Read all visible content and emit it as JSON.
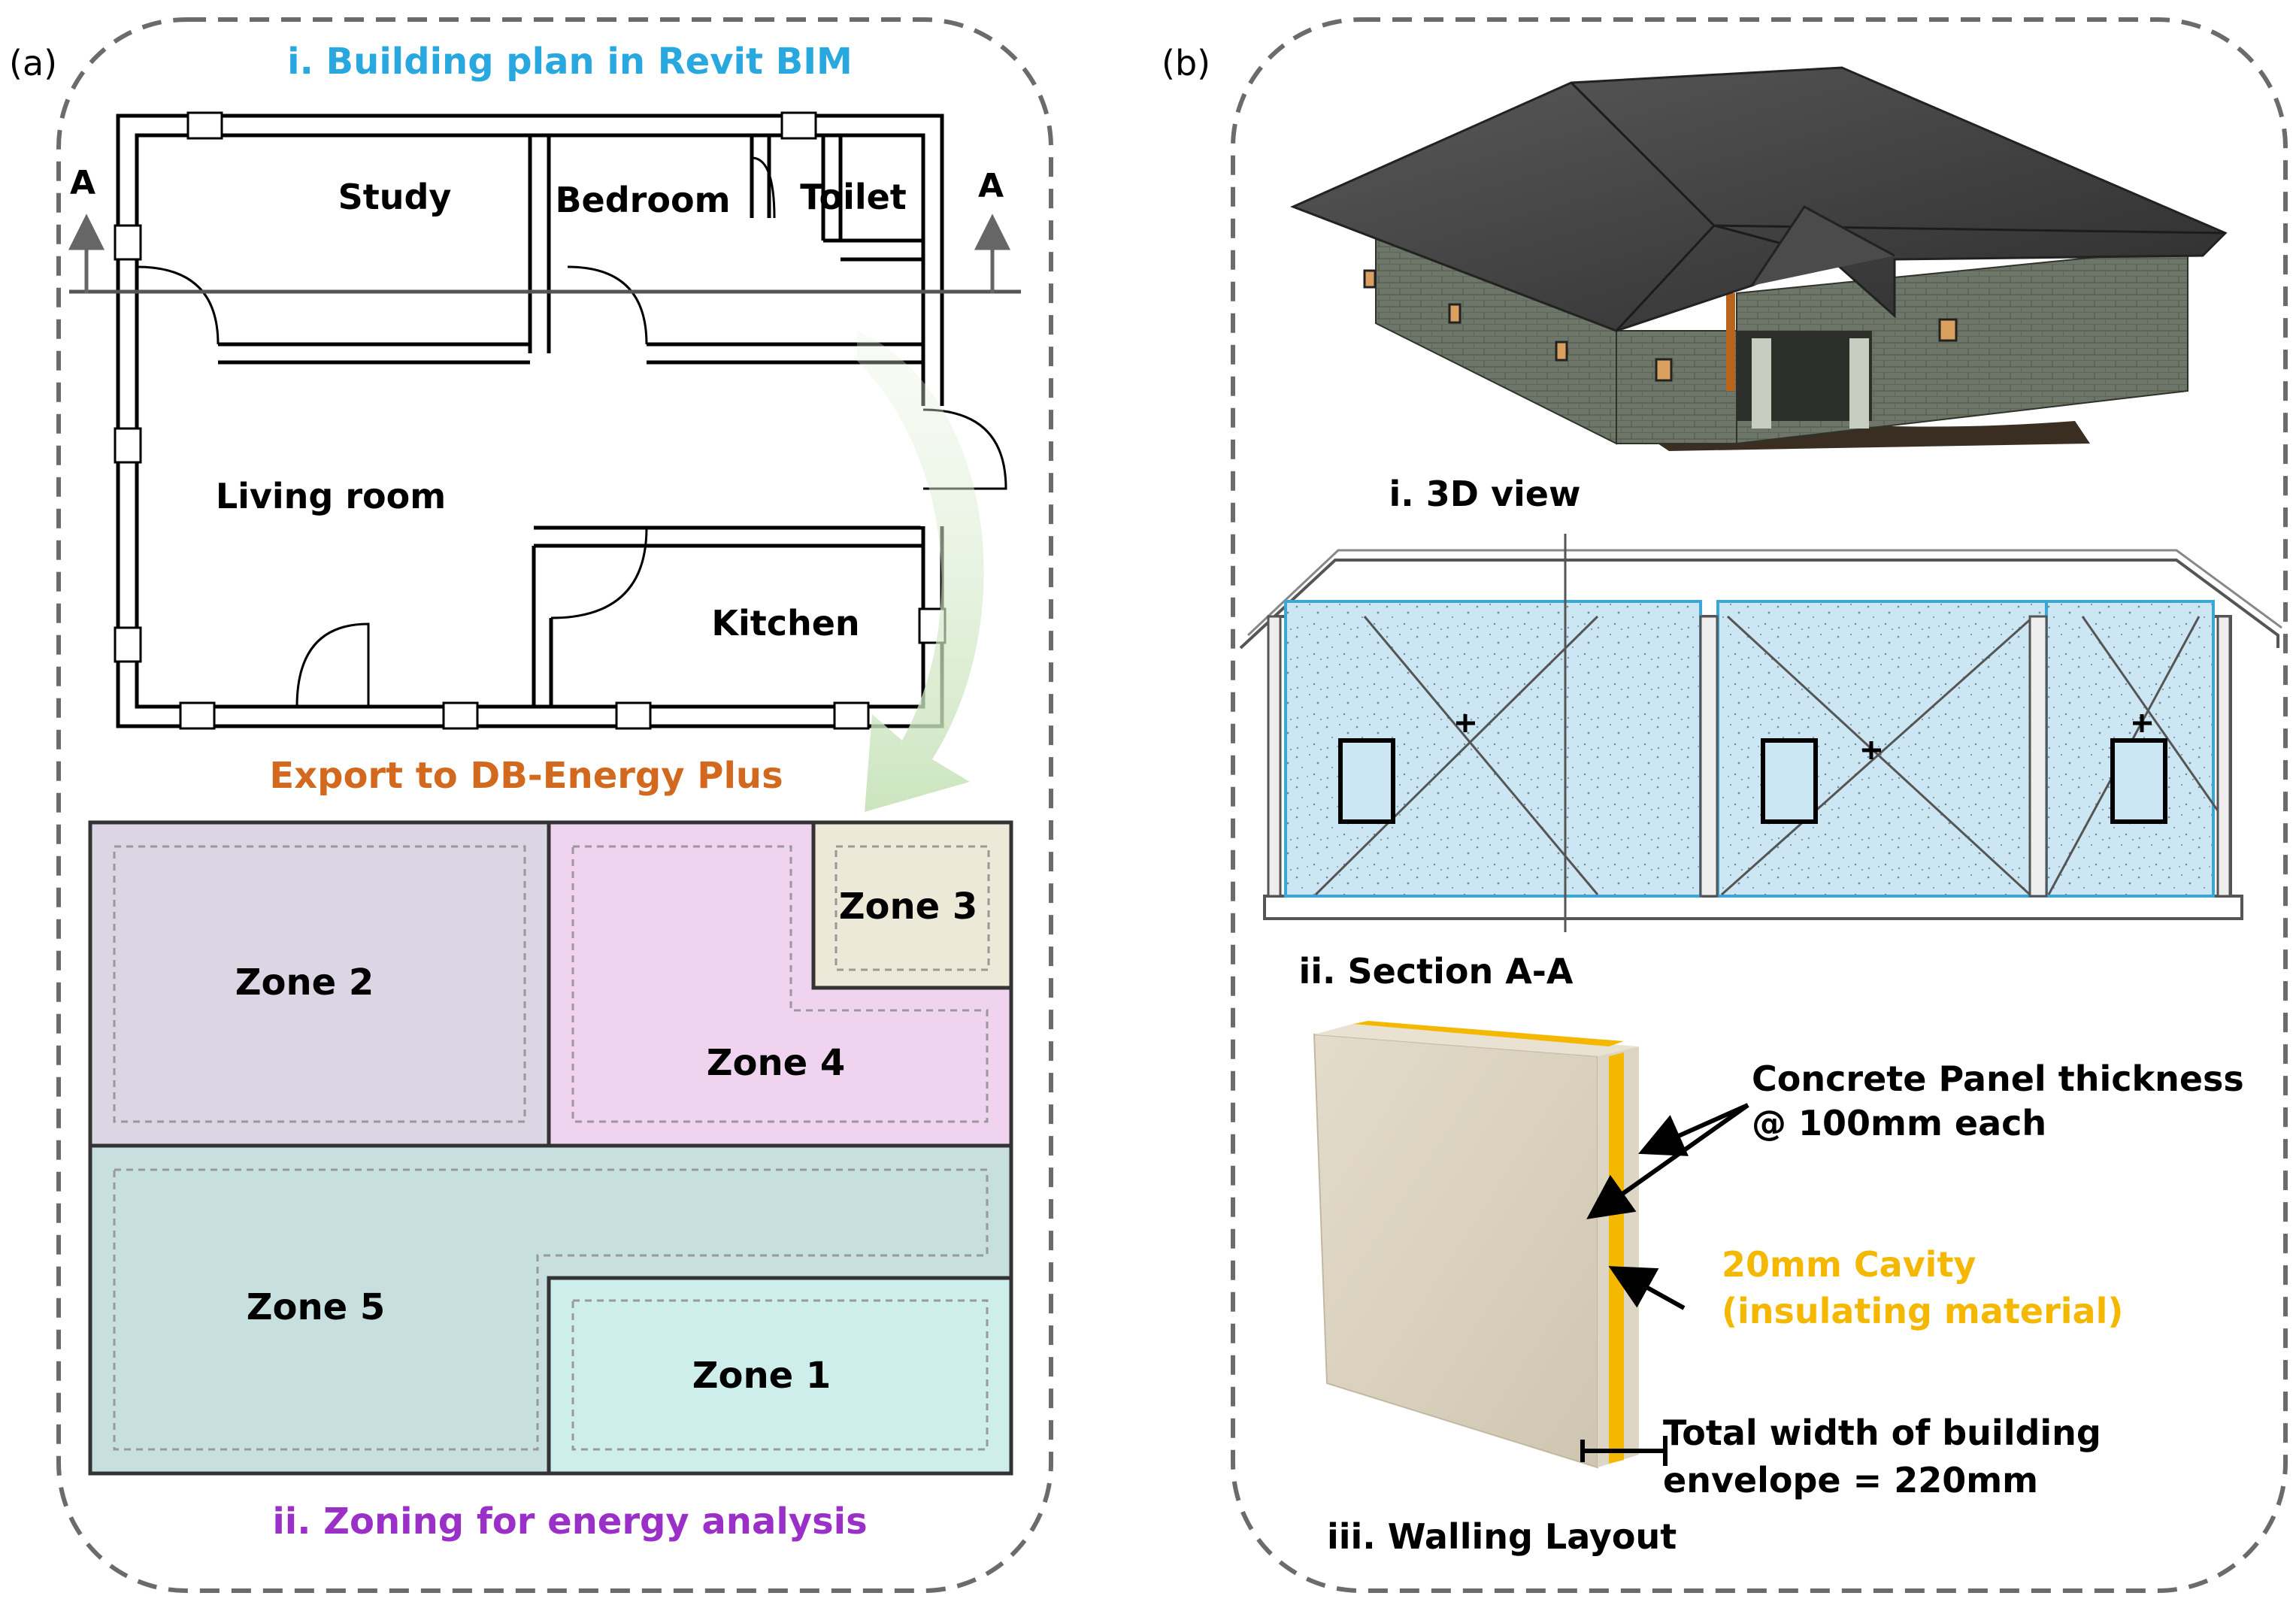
{
  "panel_a": {
    "label": "(a)",
    "plan_title": "i. Building plan in Revit BIM",
    "section_marker_left": "A",
    "section_marker_right": "A",
    "rooms": {
      "study": "Study",
      "bedroom": "Bedroom",
      "toilet": "Toilet",
      "living": "Living room",
      "kitchen": "Kitchen"
    },
    "export_label": "Export to DB-Energy Plus",
    "zones": {
      "zone1": "Zone 1",
      "zone2": "Zone 2",
      "zone3": "Zone 3",
      "zone4": "Zone 4",
      "zone5": "Zone 5"
    },
    "zoning_title": "ii. Zoning for energy analysis"
  },
  "panel_b": {
    "label": "(b)",
    "view3d_caption": "i. 3D view",
    "section_caption": "ii. Section A-A",
    "walling_caption": "iii. Walling Layout",
    "panel_thickness_line1": "Concrete Panel thickness",
    "panel_thickness_line2": "@ 100mm each",
    "cavity_line1": "20mm Cavity",
    "cavity_line2": "(insulating material)",
    "total_width_line1": "Total width of building",
    "total_width_line2": "envelope = 220mm"
  },
  "colors": {
    "plan_title": "#29a8e0",
    "export_label": "#d2691e",
    "zoning_title": "#9b30c8",
    "cavity_text": "#f5b800",
    "zone1": "#cdeeea",
    "zone2": "#dcd5e3",
    "zone3": "#ede9d9",
    "zone4": "#f0d4ef",
    "zone5": "#c8dfe0",
    "section_fill": "#cce6f3"
  }
}
